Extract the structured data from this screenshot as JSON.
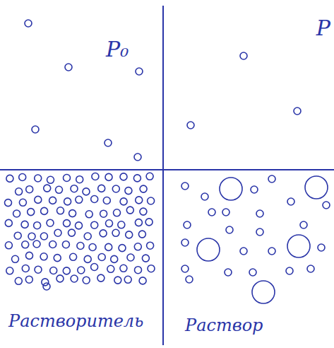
{
  "diagram": {
    "labels": [
      "P₀",
      "P",
      "Растворитель",
      "Раствор"
    ]
  }
}
